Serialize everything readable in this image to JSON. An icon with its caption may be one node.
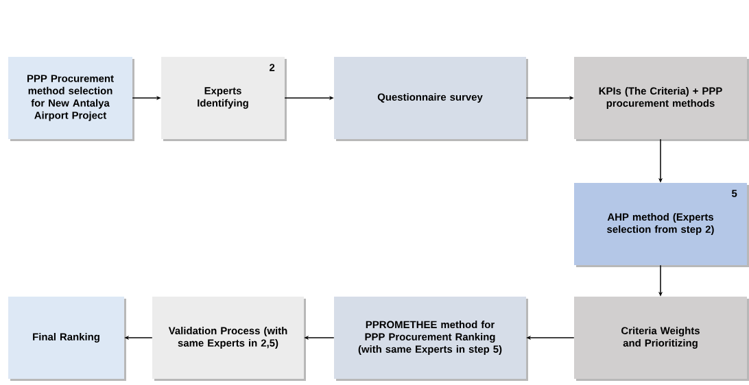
{
  "diagram": {
    "nodes": [
      {
        "text": [
          "PPP Procurement method selection for New Antalya Airport Project"
        ]
      },
      {
        "text": [
          "Experts Identifying",
          "2"
        ]
      },
      {
        "text": [
          "Questionnaire survey"
        ]
      },
      {
        "text": [
          "KPIs (The Criteria) + PPP procurement methods"
        ]
      },
      {
        "text": [
          "AHP method (Experts selection from step 2)",
          "5"
        ]
      },
      {
        "text": [
          "Criteria Weights and Prioritizing"
        ]
      },
      {
        "text": [
          "PPROMETHEE method for PPP Procurement Ranking (with same Experts in step 5)"
        ]
      },
      {
        "text": [
          "Validation Process (with same Experts in 2,5)"
        ]
      },
      {
        "text": [
          "Final Ranking"
        ]
      }
    ],
    "edges": [
      {
        "from": 0,
        "to": 1,
        "arrow": "to"
      },
      {
        "from": 1,
        "to": 2,
        "arrow": "to"
      },
      {
        "from": 2,
        "to": 3,
        "arrow": "to"
      },
      {
        "from": 3,
        "to": 4,
        "arrow": "to"
      },
      {
        "from": 4,
        "to": 5,
        "arrow": "to"
      },
      {
        "from": 5,
        "to": 6,
        "arrow": "to"
      },
      {
        "from": 6,
        "to": 7,
        "arrow": "to"
      },
      {
        "from": 7,
        "to": 8,
        "arrow": "to"
      }
    ]
  }
}
